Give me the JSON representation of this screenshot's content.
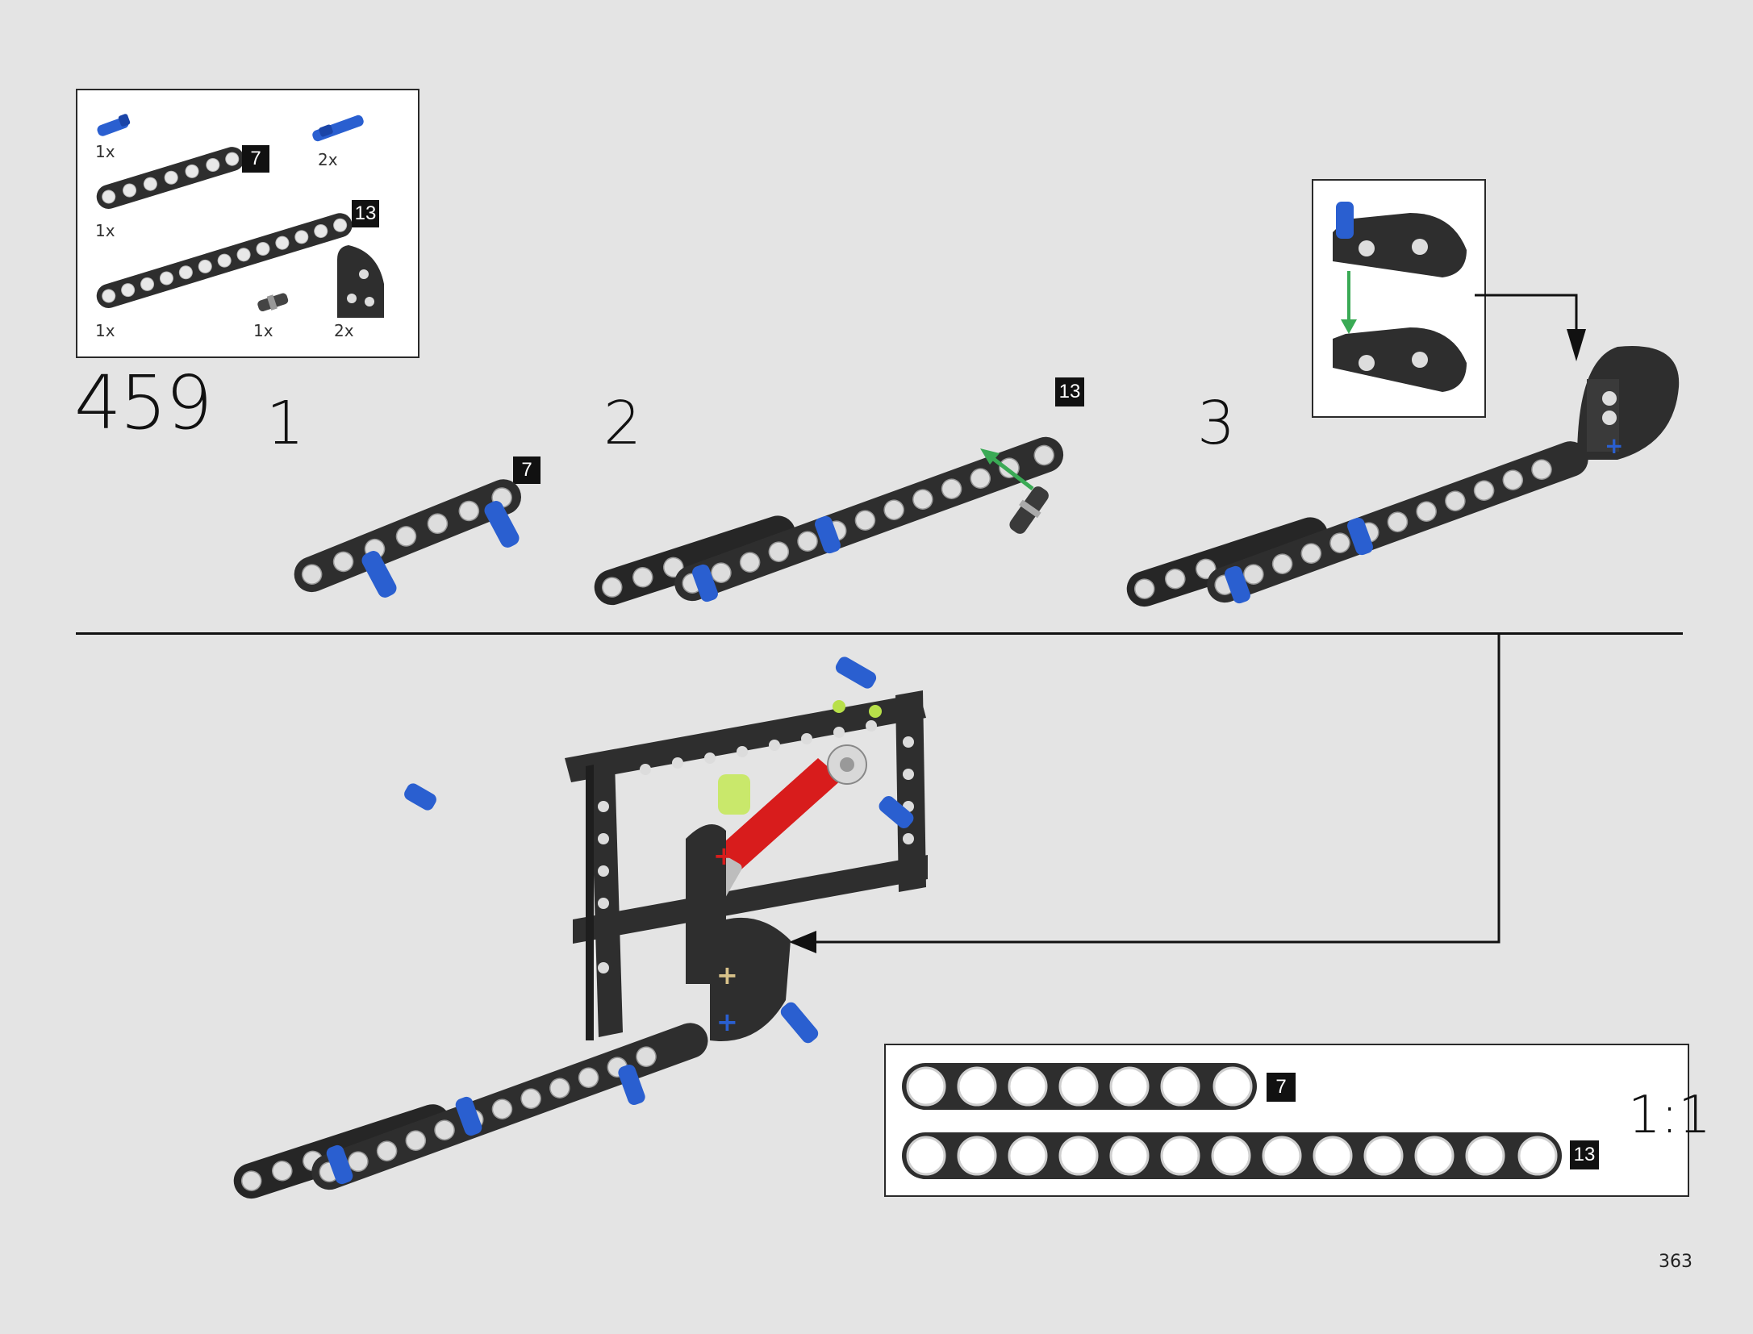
{
  "page": {
    "step_number": "459",
    "page_number": "363"
  },
  "parts_list": {
    "items": [
      {
        "qty": "1x",
        "part": "blue-pin-icon"
      },
      {
        "qty": "2x",
        "part": "blue-axle-pin-icon"
      },
      {
        "qty": "1x",
        "part": "beam-7-icon",
        "badge": "7"
      },
      {
        "qty": "1x",
        "part": "beam-13-icon",
        "badge": "13"
      },
      {
        "qty": "1x",
        "part": "gray-pin-icon"
      },
      {
        "qty": "2x",
        "part": "quarter-panel-icon"
      }
    ]
  },
  "substeps": [
    {
      "label": "1",
      "badge": "7"
    },
    {
      "label": "2",
      "badge": "13"
    },
    {
      "label": "3"
    }
  ],
  "scale_box": {
    "ratio": "1:1",
    "beams": [
      {
        "holes": 7,
        "badge": "7"
      },
      {
        "holes": 13,
        "badge": "13"
      }
    ]
  },
  "colors": {
    "background": "#e4e4e4",
    "beam": "#2e2e2e",
    "pin_blue": "#2a5fd0",
    "arrow_green": "#3aaa55",
    "red_part": "#d81c1c"
  }
}
